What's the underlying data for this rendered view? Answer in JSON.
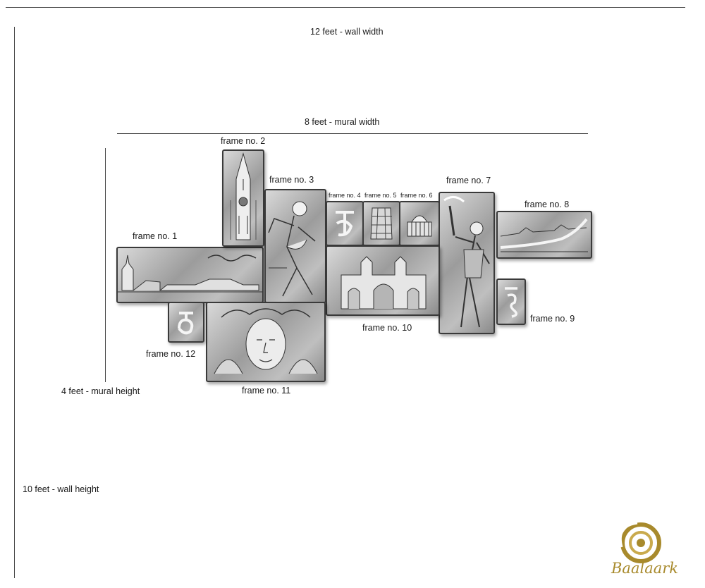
{
  "dimensions": {
    "wall_width": "12 feet - wall width",
    "wall_height": "10 feet - wall height",
    "mural_width": "8 feet - mural width",
    "mural_height": "4 feet - mural height"
  },
  "frames": {
    "f1": "frame no. 1",
    "f2": "frame no. 2",
    "f3": "frame no. 3",
    "f4": "frame no. 4",
    "f5": "frame no. 5",
    "f6": "frame no. 6",
    "f7": "frame no. 7",
    "f8": "frame no. 8",
    "f9": "frame no. 9",
    "f10": "frame no. 10",
    "f11": "frame no. 11",
    "f12": "frame no. 12"
  },
  "brand": {
    "name": "Baalaark",
    "color": "#a88a2c"
  }
}
